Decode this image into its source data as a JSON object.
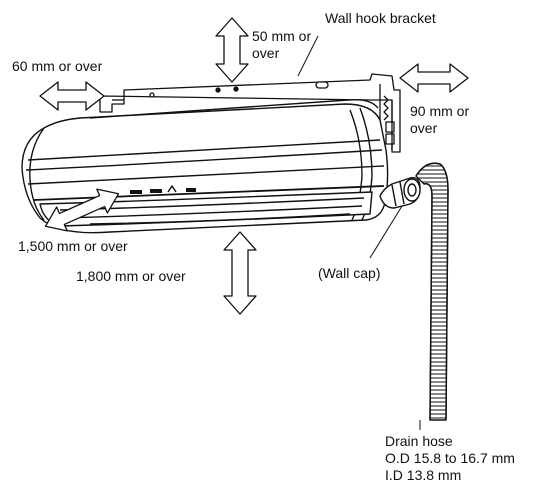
{
  "labels": {
    "wall_hook_bracket": "Wall hook bracket",
    "top_clearance_line1": "50 mm or",
    "top_clearance_line2": "over",
    "left_clearance": "60 mm or over",
    "right_clearance_line1": "90 mm or",
    "right_clearance_line2": "over",
    "front_clearance": "1,500 mm or over",
    "floor_clearance": "1,800 mm or over",
    "wall_cap": "(Wall cap)",
    "drain_hose_title": "Drain hose",
    "drain_hose_od": "O.D 15.8 to 16.7 mm",
    "drain_hose_id": "I.D 13.8 mm"
  },
  "colors": {
    "line": "#111111",
    "background": "#ffffff"
  }
}
